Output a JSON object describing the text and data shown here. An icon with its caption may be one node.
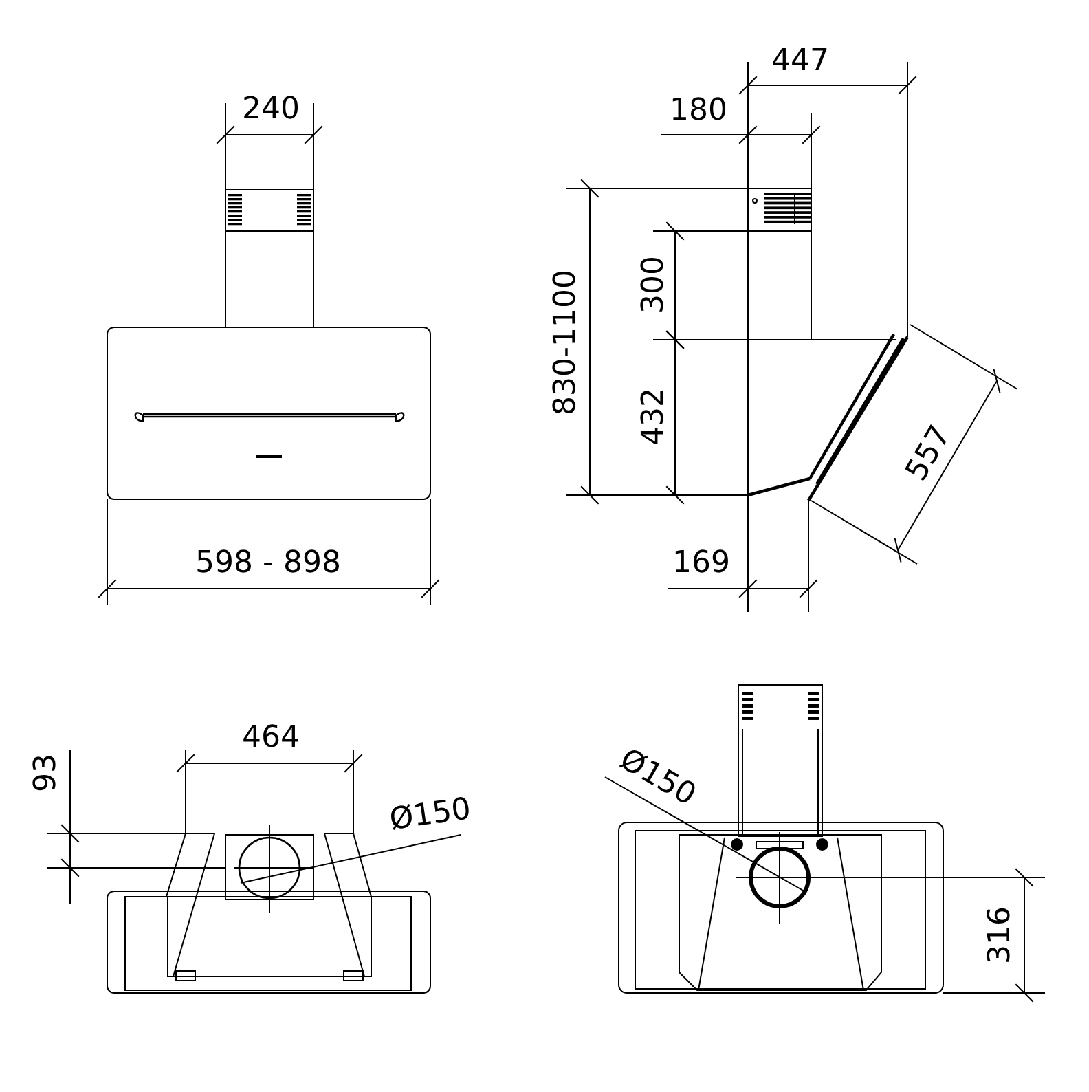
{
  "diagram": {
    "labels": [
      "447",
      "240",
      "180",
      "300",
      "830-1100",
      "432",
      "557",
      "598 - 898",
      "169",
      "464",
      "Ø150",
      "93",
      "Ø150",
      "316"
    ]
  }
}
